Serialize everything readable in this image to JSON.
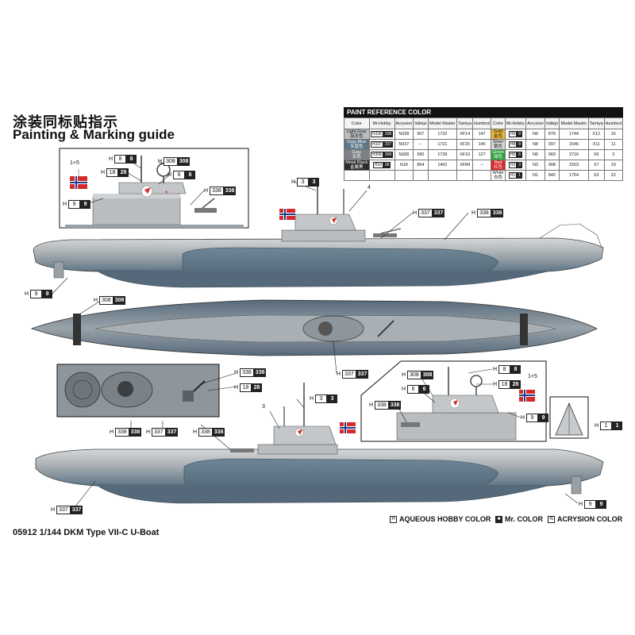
{
  "header": {
    "title_cn": "涂装同标贴指示",
    "title_en": "Painting & Marking guide"
  },
  "paint_reference": {
    "title": "PAINT  REFERENCE COLOR",
    "columns": [
      "Color",
      "Mr.Hobby",
      "Acrysion",
      "Vallejo",
      "Model Master",
      "Tamiya",
      "Humbrol"
    ],
    "left_rows": [
      {
        "color": "Light Gray",
        "color_cn": "亮灰色",
        "swatch": "#b9bdc0",
        "mrhobby": "H338",
        "mr": "338",
        "acrysion": "N338",
        "vallejo": "907",
        "model_master": "1732",
        "tamiya": "XF14",
        "humbrol": "147"
      },
      {
        "color": "Gray Blue",
        "color_cn": "灰蓝色",
        "swatch": "#5e7686",
        "mrhobby": "H337",
        "mr": "337",
        "acrysion": "N337",
        "vallejo": "–",
        "model_master": "1721",
        "tamiya": "XF20",
        "humbrol": "145"
      },
      {
        "color": "Gray",
        "color_cn": "灰色",
        "swatch": "#7d8185",
        "mrhobby": "H308",
        "mr": "308",
        "acrysion": "N308",
        "vallejo": "990",
        "model_master": "1728",
        "tamiya": "XF19",
        "humbrol": "127"
      },
      {
        "color": "Metal Black",
        "color_cn": "金属黑",
        "swatch": "#2c2c2c",
        "mrhobby": "H18",
        "mr": "28",
        "acrysion": "N18",
        "vallejo": "864",
        "model_master": "1402",
        "tamiya": "XF84",
        "humbrol": "–"
      }
    ],
    "right_rows": [
      {
        "color": "Gold",
        "color_cn": "金色",
        "swatch": "#e4b73a",
        "mrhobby": "H9",
        "mr": "9",
        "acrysion": "N9",
        "vallejo": "878",
        "model_master": "1744",
        "tamiya": "X12",
        "humbrol": "16"
      },
      {
        "color": "Silver",
        "color_cn": "银色",
        "swatch": "#d7d7d7",
        "mrhobby": "H8",
        "mr": "8",
        "acrysion": "N8",
        "vallejo": "997",
        "model_master": "1546",
        "tamiya": "X11",
        "humbrol": "11"
      },
      {
        "color": "Green",
        "color_cn": "绿色",
        "swatch": "#2aa53a",
        "mrhobby": "H6",
        "mr": "6",
        "acrysion": "N6",
        "vallejo": "969",
        "model_master": "2716",
        "tamiya": "X5",
        "humbrol": "3"
      },
      {
        "color": "Red",
        "color_cn": "红色",
        "swatch": "#d42a2a",
        "mrhobby": "H3",
        "mr": "3",
        "acrysion": "N3",
        "vallejo": "908",
        "model_master": "1503",
        "tamiya": "X7",
        "humbrol": "19"
      },
      {
        "color": "White",
        "color_cn": "白色",
        "swatch": "#ffffff",
        "mrhobby": "H1",
        "mr": "1",
        "acrysion": "N1",
        "vallejo": "842",
        "model_master": "1754",
        "tamiya": "X2",
        "humbrol": "22"
      }
    ]
  },
  "callouts": {
    "tl_8": {
      "p": "H",
      "a": "8",
      "b": "8"
    },
    "tl_28": {
      "p": "H",
      "a": "18",
      "b": "28"
    },
    "tl_308": {
      "p": "H",
      "a": "308",
      "b": "308"
    },
    "tl_6": {
      "p": "H",
      "a": "6",
      "b": "6"
    },
    "tl_338": {
      "p": "H",
      "a": "338",
      "b": "338"
    },
    "tl_9": {
      "p": "H",
      "a": "9",
      "b": "9"
    },
    "tl_15": "1+5",
    "side1_3": {
      "p": "H",
      "a": "3",
      "b": "3"
    },
    "side1_4": "4",
    "side1_337": {
      "p": "H",
      "a": "337",
      "b": "337"
    },
    "side1_338": {
      "p": "H",
      "a": "338",
      "b": "338"
    },
    "side1_9": {
      "p": "H",
      "a": "9",
      "b": "9"
    },
    "top_308": {
      "p": "H",
      "a": "308",
      "b": "308"
    },
    "top_337": {
      "p": "H",
      "a": "337",
      "b": "337"
    },
    "detail_338a": {
      "p": "H",
      "a": "338",
      "b": "338"
    },
    "detail_28": {
      "p": "H",
      "a": "18",
      "b": "28"
    },
    "detail_338b": {
      "p": "H",
      "a": "338",
      "b": "338"
    },
    "detail_337": {
      "p": "H",
      "a": "337",
      "b": "337"
    },
    "detail_338c": {
      "p": "H",
      "a": "338",
      "b": "338"
    },
    "side2_3lbl": "3",
    "side2_3": {
      "p": "H",
      "a": "3",
      "b": "3"
    },
    "side2_337": {
      "p": "H",
      "a": "337",
      "b": "337"
    },
    "side2_9": {
      "p": "H",
      "a": "9",
      "b": "9"
    },
    "br_308": {
      "p": "H",
      "a": "308",
      "b": "308"
    },
    "br_8": {
      "p": "H",
      "a": "8",
      "b": "8"
    },
    "br_6": {
      "p": "H",
      "a": "6",
      "b": "6"
    },
    "br_28": {
      "p": "H",
      "a": "18",
      "b": "28"
    },
    "br_338": {
      "p": "H",
      "a": "338",
      "b": "338"
    },
    "br_9": {
      "p": "H",
      "a": "9",
      "b": "9"
    },
    "br_15": "1+5",
    "stem_1": {
      "p": "H",
      "a": "1",
      "b": "1"
    }
  },
  "legend": {
    "aqueous": "AQUEOUS HOBBY COLOR",
    "mr": "Mr. COLOR",
    "acrysion": "ACRYSION COLOR",
    "aqueous_key": "H",
    "acrysion_key": "N"
  },
  "footer": {
    "title": "05912 1/144 DKM Type VII-C U-Boat"
  },
  "colors": {
    "hull_upper": "#c7cbce",
    "hull_lower": "#5f7686",
    "deck": "#b9bdc0",
    "flag_red": "#d42a2a"
  }
}
